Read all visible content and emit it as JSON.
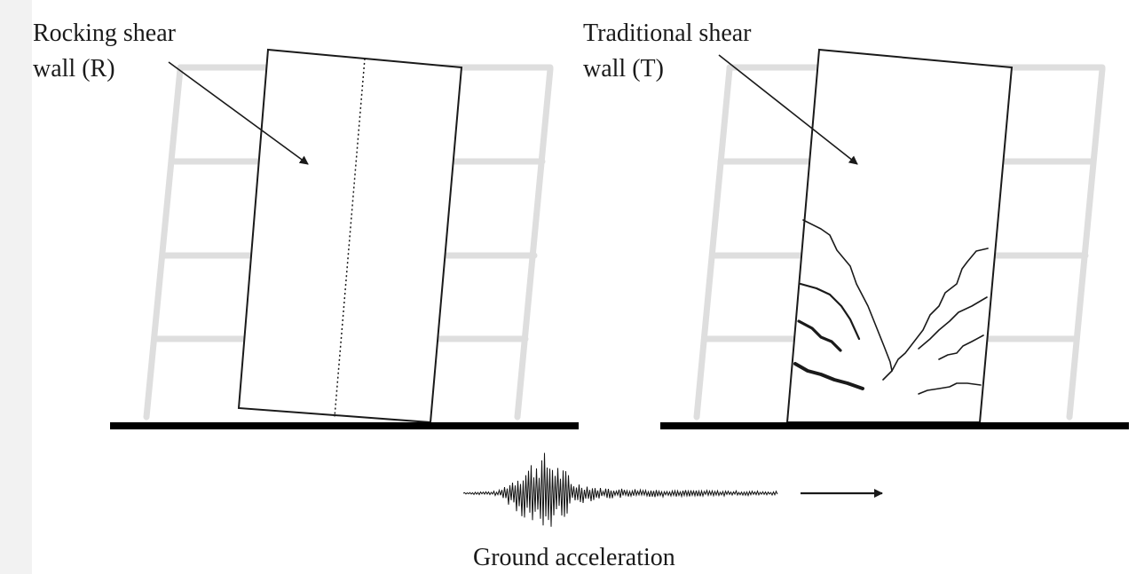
{
  "labels": {
    "rocking_line1": "Rocking shear",
    "rocking_line2": "wall (R)",
    "traditional_line1": "Traditional shear",
    "traditional_line2": "wall (T)",
    "ground": "Ground acceleration"
  },
  "colors": {
    "frame": "#dedede",
    "wall": "#1a1a1a",
    "ground": "#000000",
    "side_strip": "#f2f2f2"
  }
}
